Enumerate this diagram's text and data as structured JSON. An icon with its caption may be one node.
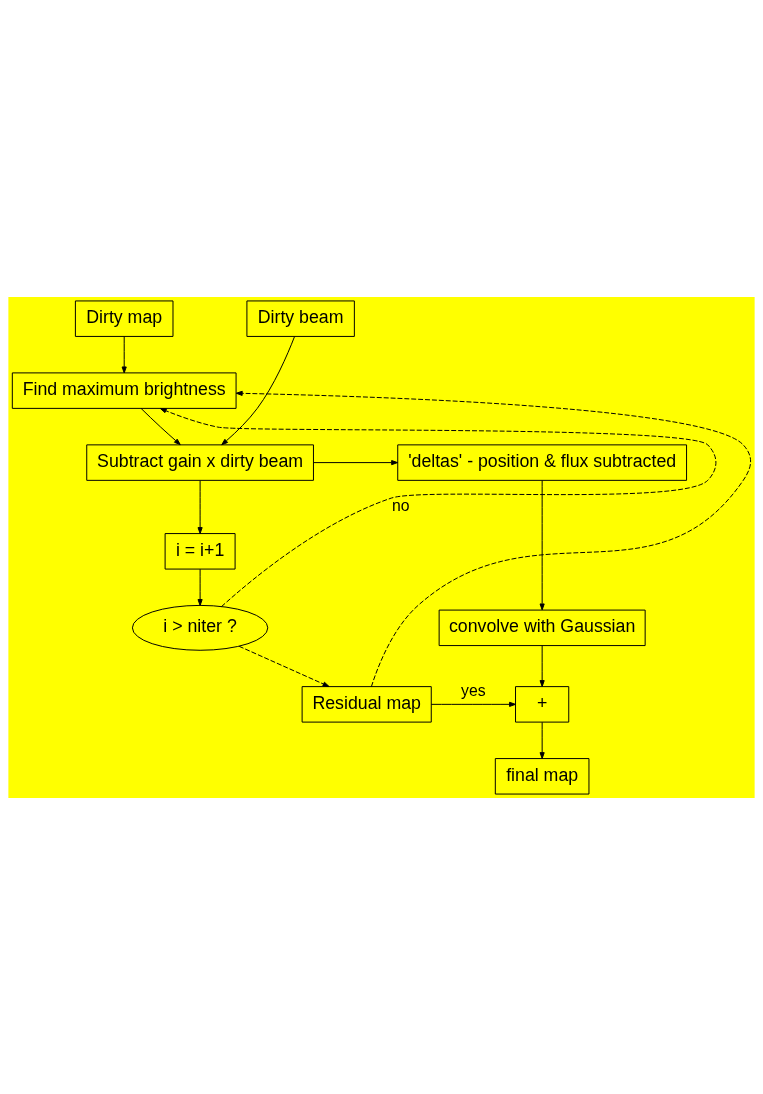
{
  "diagram": {
    "nodes": [
      {
        "text": [
          "Dirty map"
        ]
      },
      {
        "text": [
          "Dirty beam"
        ]
      },
      {
        "text": [
          "Find maximum brightness"
        ]
      },
      {
        "text": [
          "Subtract gain x dirty beam"
        ]
      },
      {
        "text": [
          "'deltas' - position & flux subtracted"
        ]
      },
      {
        "text": [
          "i = i+1"
        ]
      },
      {
        "text": [
          "convolve with Gaussian"
        ]
      },
      {
        "text": [
          "i > niter ?"
        ]
      },
      {
        "text": [
          "Residual map"
        ]
      },
      {
        "text": [
          "+"
        ]
      },
      {
        "text": [
          "final map"
        ]
      }
    ],
    "edges": [
      {
        "from": 0,
        "to": 2,
        "arrow": "to"
      },
      {
        "from": 1,
        "to": 3,
        "arrow": "to"
      },
      {
        "from": 2,
        "to": 3,
        "arrow": "to"
      },
      {
        "from": 3,
        "to": 4,
        "arrow": "to"
      },
      {
        "from": 3,
        "to": 5,
        "arrow": "to"
      },
      {
        "from": 5,
        "to": 7,
        "arrow": "to"
      },
      {
        "from": 7,
        "to": 2,
        "arrow": "to",
        "style": "dashed",
        "label": "no"
      },
      {
        "from": 7,
        "to": 8,
        "arrow": "to",
        "style": "dashed"
      },
      {
        "from": 8,
        "to": 2,
        "arrow": "to",
        "style": "dashed"
      },
      {
        "from": 4,
        "to": 6,
        "arrow": "to"
      },
      {
        "from": 6,
        "to": 9,
        "arrow": "to"
      },
      {
        "from": 8,
        "to": 9,
        "arrow": "to",
        "label": "yes"
      },
      {
        "from": 9,
        "to": 10,
        "arrow": "to"
      }
    ]
  }
}
